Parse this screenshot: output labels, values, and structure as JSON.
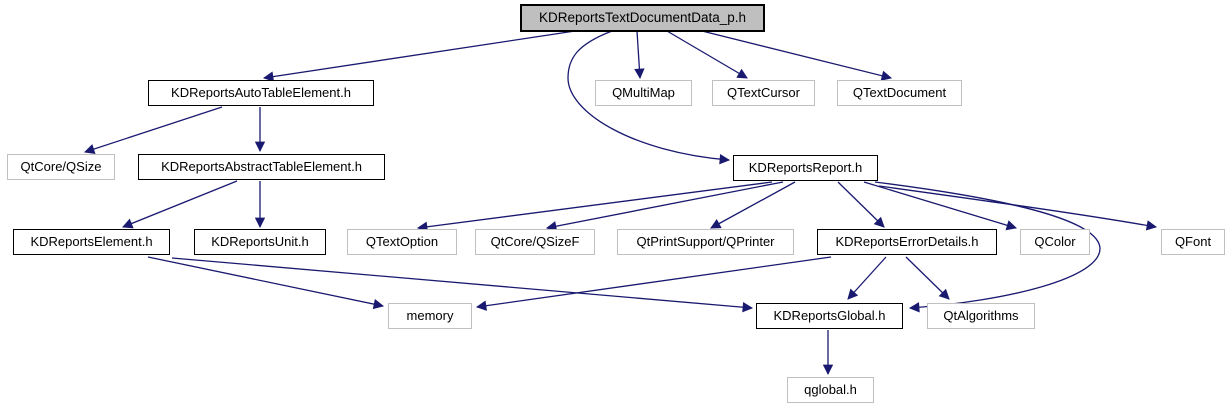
{
  "diagram": {
    "type": "include-dependency-graph",
    "root": "KDReportsTextDocumentData_p.h",
    "colors": {
      "edge": "#191970",
      "main_node_fill": "#bfbfbf",
      "node_fill": "#ffffff",
      "internal_node_border": "#000000",
      "external_node_border": "#c0c0c0",
      "text": "#000000",
      "background": "#ffffff"
    },
    "nodes": {
      "main": {
        "label": "KDReportsTextDocumentData_p.h",
        "type": "main"
      },
      "autotable": {
        "label": "KDReportsAutoTableElement.h",
        "type": "internal"
      },
      "qmultimap": {
        "label": "QMultiMap",
        "type": "external"
      },
      "qtextcursor": {
        "label": "QTextCursor",
        "type": "external"
      },
      "qtextdocument": {
        "label": "QTextDocument",
        "type": "external"
      },
      "qtcore_qsize": {
        "label": "QtCore/QSize",
        "type": "external"
      },
      "abstracttable": {
        "label": "KDReportsAbstractTableElement.h",
        "type": "internal"
      },
      "report": {
        "label": "KDReportsReport.h",
        "type": "internal"
      },
      "element": {
        "label": "KDReportsElement.h",
        "type": "internal"
      },
      "unit": {
        "label": "KDReportsUnit.h",
        "type": "internal"
      },
      "qtextoption": {
        "label": "QTextOption",
        "type": "external"
      },
      "qtcore_qsizef": {
        "label": "QtCore/QSizeF",
        "type": "external"
      },
      "qprinter": {
        "label": "QtPrintSupport/QPrinter",
        "type": "external"
      },
      "errordetails": {
        "label": "KDReportsErrorDetails.h",
        "type": "internal"
      },
      "qcolor": {
        "label": "QColor",
        "type": "external"
      },
      "qfont": {
        "label": "QFont",
        "type": "external"
      },
      "memory": {
        "label": "memory",
        "type": "external"
      },
      "global": {
        "label": "KDReportsGlobal.h",
        "type": "internal"
      },
      "qtalgorithms": {
        "label": "QtAlgorithms",
        "type": "external"
      },
      "qglobal": {
        "label": "qglobal.h",
        "type": "external"
      }
    },
    "edges": [
      {
        "from": "main",
        "to": "autotable"
      },
      {
        "from": "main",
        "to": "qmultimap"
      },
      {
        "from": "main",
        "to": "qtextcursor"
      },
      {
        "from": "main",
        "to": "qtextdocument"
      },
      {
        "from": "main",
        "to": "report",
        "curved": true
      },
      {
        "from": "autotable",
        "to": "qtcore_qsize"
      },
      {
        "from": "autotable",
        "to": "abstracttable"
      },
      {
        "from": "abstracttable",
        "to": "element"
      },
      {
        "from": "abstracttable",
        "to": "unit"
      },
      {
        "from": "element",
        "to": "memory"
      },
      {
        "from": "element",
        "to": "global"
      },
      {
        "from": "report",
        "to": "qtextoption"
      },
      {
        "from": "report",
        "to": "qtcore_qsizef"
      },
      {
        "from": "report",
        "to": "qprinter"
      },
      {
        "from": "report",
        "to": "errordetails"
      },
      {
        "from": "report",
        "to": "qcolor"
      },
      {
        "from": "report",
        "to": "qfont"
      },
      {
        "from": "report",
        "to": "global",
        "curved": true
      },
      {
        "from": "report",
        "to": "memory"
      },
      {
        "from": "errordetails",
        "to": "global"
      },
      {
        "from": "errordetails",
        "to": "qtalgorithms"
      },
      {
        "from": "global",
        "to": "qglobal"
      }
    ]
  }
}
